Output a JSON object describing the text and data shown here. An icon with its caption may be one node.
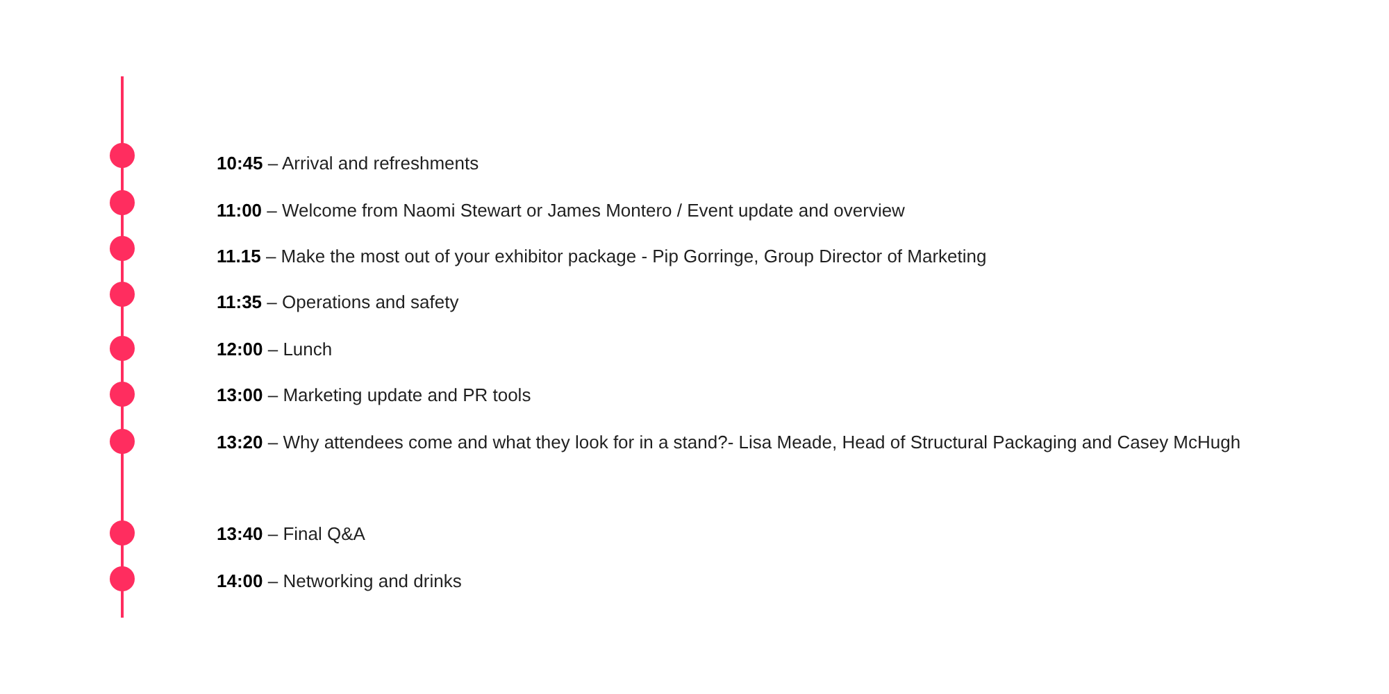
{
  "diagram": {
    "labels": [
      "**10:45** – Arrival and refreshments",
      "**11:00** – Welcome from Naomi Stewart or James Montero / Event update and overview",
      "**11.15** – Make the most out of your exhibitor package - Pip Gorringe, Group Director of Marketing",
      "**11:35** – Operations and safety",
      "**12:00** – Lunch",
      "**13:00** – Marketing update and PR tools",
      "**13:20** – Why attendees come and what they look for in a stand?- Lisa Meade, Head of Structural Packaging and Casey McHugh",
      "**13:40** – Final Q&A",
      "**14:00** – Networking and drinks"
    ]
  }
}
